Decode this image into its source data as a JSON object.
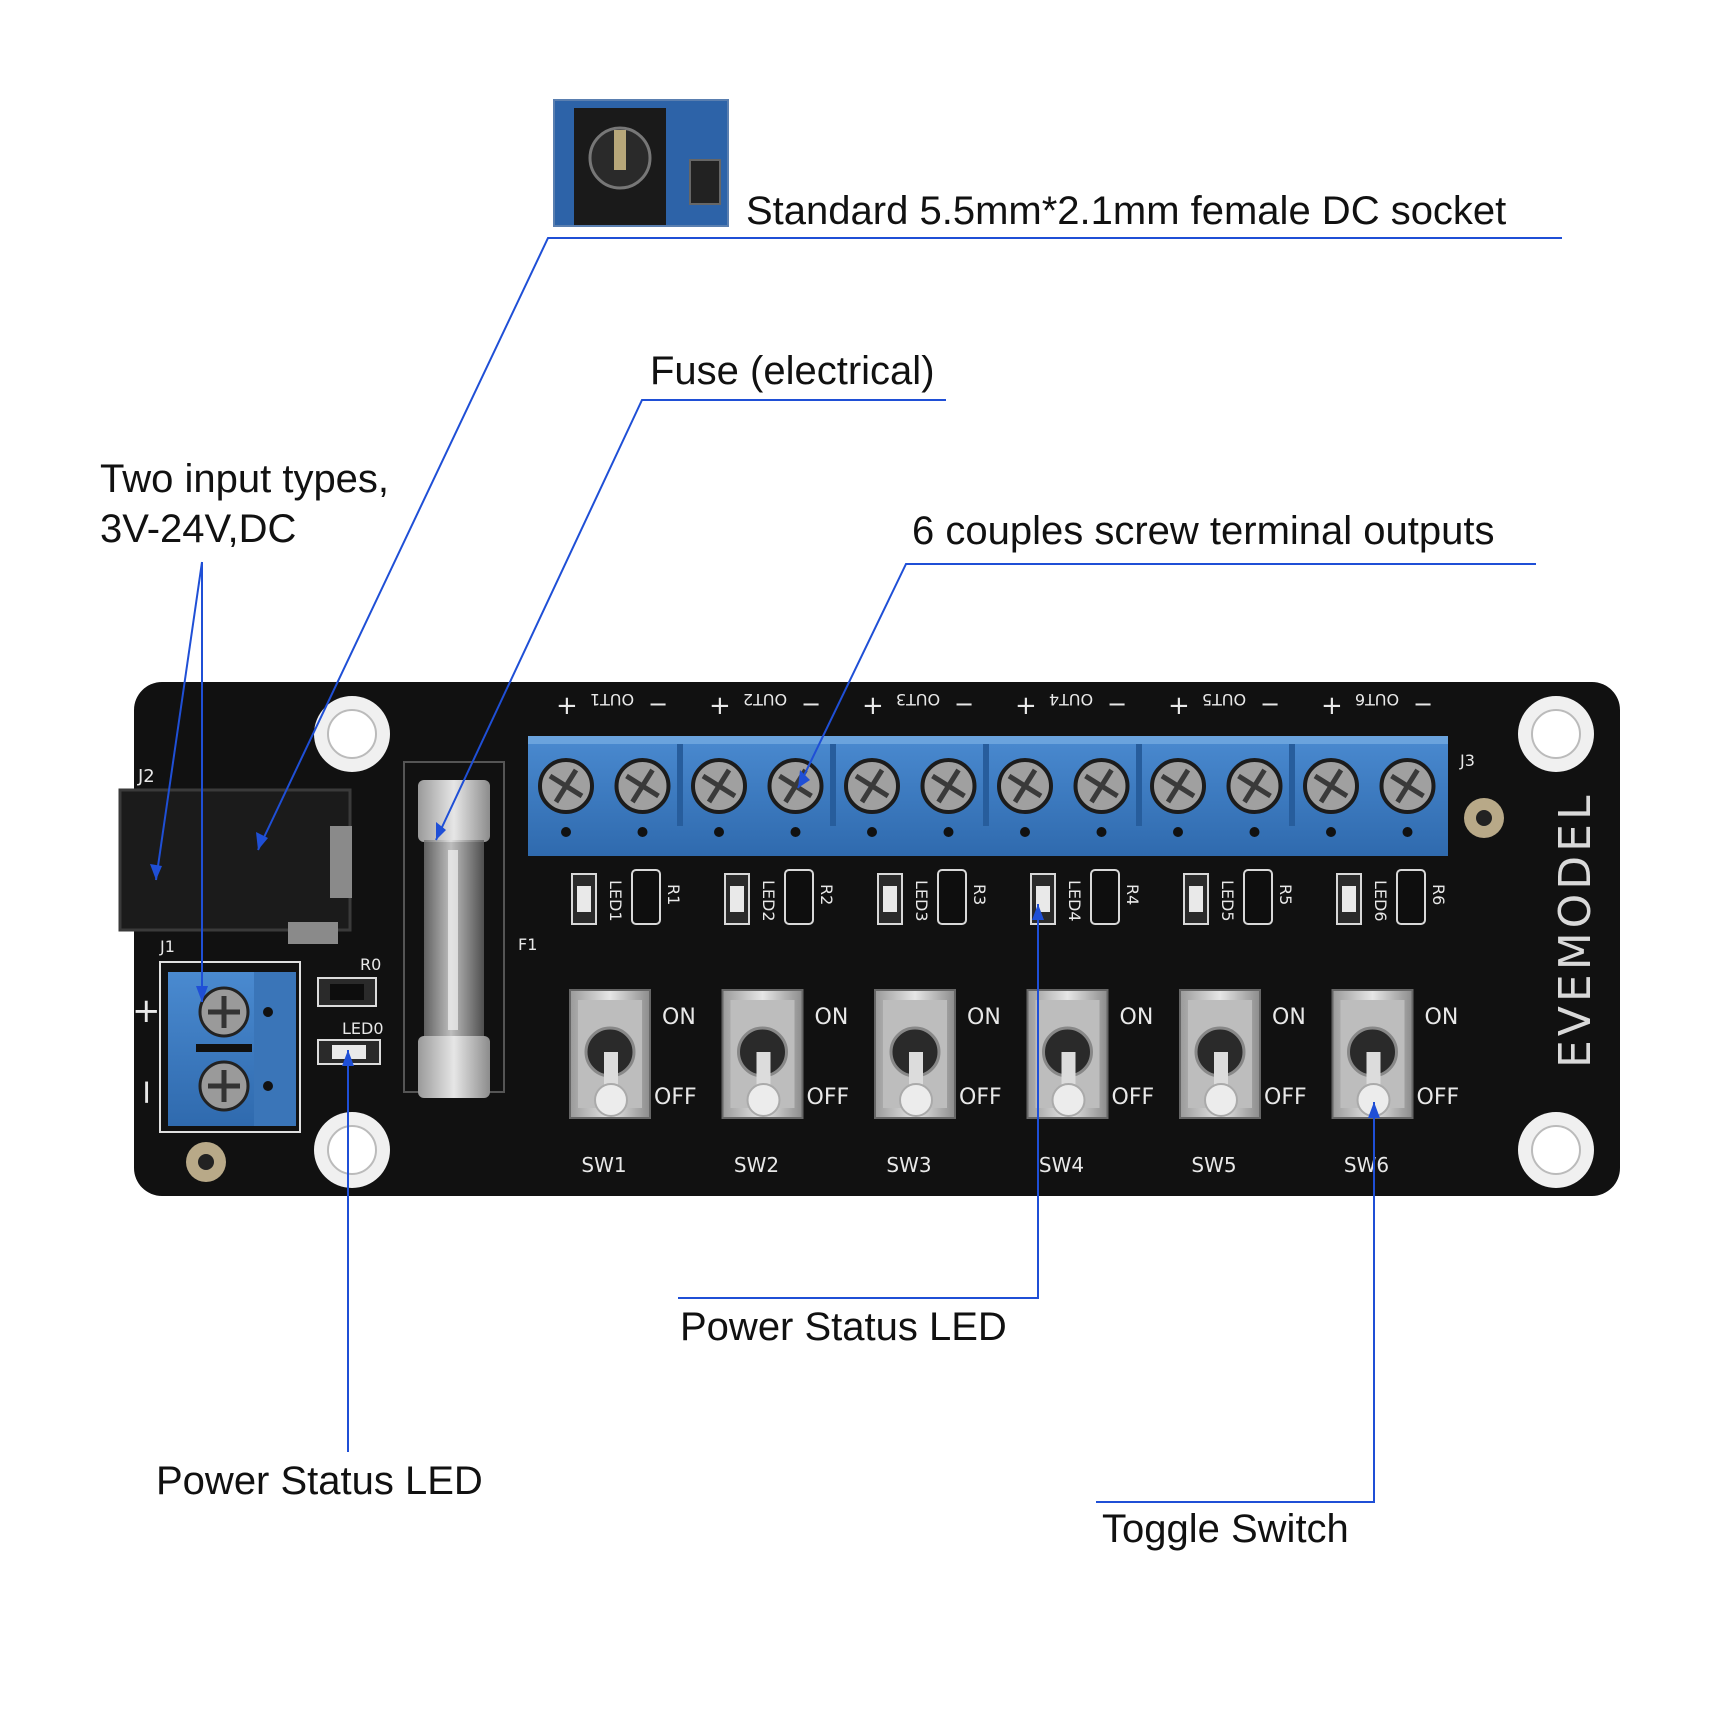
{
  "callouts": {
    "dc_socket": "Standard 5.5mm*2.1mm female DC socket",
    "fuse": "Fuse (electrical)",
    "input_line1": "Two input types,",
    "input_line2": "3V-24V,DC",
    "outputs": "6 couples screw terminal outputs",
    "status_led_center": "Power Status LED",
    "status_led_left": "Power Status LED",
    "toggle": "Toggle Switch"
  },
  "board": {
    "brand": "EVEMODEL",
    "plus": "+",
    "minus": "−",
    "dc_jack_label": "J2",
    "input_terminal_label": "J1",
    "output_block_label": "J3",
    "fuse_label": "F1",
    "r0_label": "R0",
    "led0_label": "LED0",
    "outputs": [
      {
        "label": "OUT1",
        "led": "LED1",
        "resistor": "R1",
        "switch": "SW1"
      },
      {
        "label": "OUT2",
        "led": "LED2",
        "resistor": "R2",
        "switch": "SW2"
      },
      {
        "label": "OUT3",
        "led": "LED3",
        "resistor": "R3",
        "switch": "SW3"
      },
      {
        "label": "OUT4",
        "led": "LED4",
        "resistor": "R4",
        "switch": "SW4"
      },
      {
        "label": "OUT5",
        "led": "LED5",
        "resistor": "R5",
        "switch": "SW5"
      },
      {
        "label": "OUT6",
        "led": "LED6",
        "resistor": "R6",
        "switch": "SW6"
      }
    ],
    "on_label": "ON",
    "off_label": "OFF"
  },
  "colors": {
    "pcb": "#111111",
    "terminal_blue": "#3f7fc4",
    "leader_blue": "#1f4fd6",
    "silkscreen": "#e8e8e8",
    "switch_metal": "#c9c9c9"
  }
}
